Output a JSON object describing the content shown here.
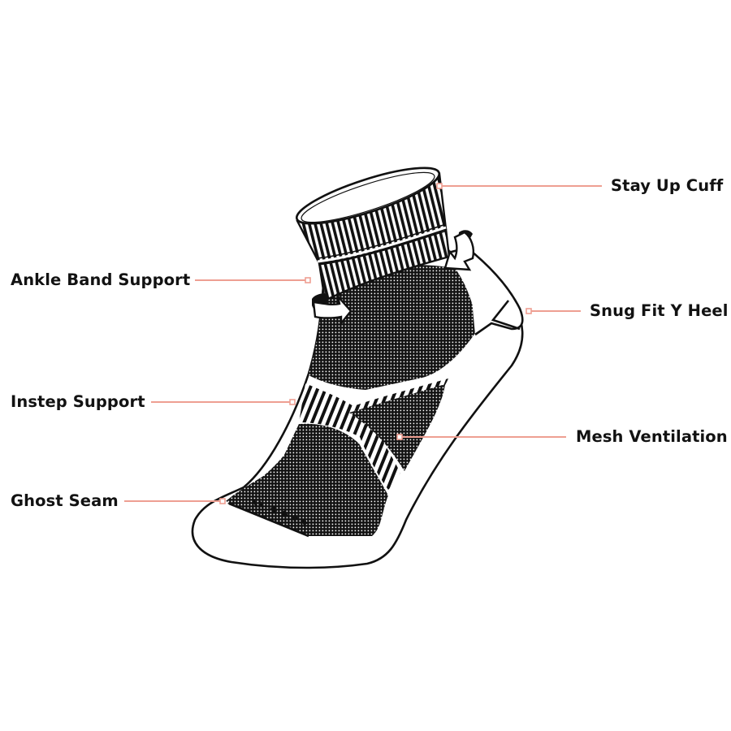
{
  "diagram": {
    "subject": "Athletic quarter sock feature diagram",
    "colors": {
      "background": "#ffffff",
      "outline": "#111111",
      "leader_line": "#ee9f92",
      "label_text": "#121212"
    },
    "callouts": [
      {
        "id": "stay-up-cuff",
        "label": "Stay Up Cuff",
        "side": "right"
      },
      {
        "id": "ankle-band-support",
        "label": "Ankle Band Support",
        "side": "left"
      },
      {
        "id": "snug-fit-y-heel",
        "label": "Snug Fit Y Heel",
        "side": "right"
      },
      {
        "id": "instep-support",
        "label": "Instep Support",
        "side": "left"
      },
      {
        "id": "mesh-ventilation",
        "label": "Mesh Ventilation",
        "side": "right"
      },
      {
        "id": "ghost-seam",
        "label": "Ghost Seam",
        "side": "left"
      }
    ]
  }
}
